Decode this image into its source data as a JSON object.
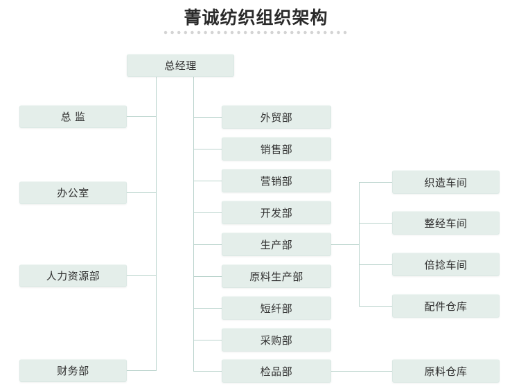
{
  "title": "菁诚纺织组织架构",
  "decoration": "dotted-rule",
  "colors": {
    "node_fill": "#e4eeea",
    "node_border": "#dbe8e4",
    "line": "#b9d3cc",
    "title_text": "#2b2b2b",
    "node_text": "#2f2f2f",
    "background": "#ffffff",
    "dots": "#d4d4d4"
  },
  "root": {
    "label": "总经理"
  },
  "left_column": [
    {
      "label": "总  监"
    },
    {
      "label": "办公室"
    },
    {
      "label": "人力资源部"
    },
    {
      "label": "财务部"
    }
  ],
  "middle_column": [
    {
      "label": "外贸部"
    },
    {
      "label": "销售部"
    },
    {
      "label": "营销部"
    },
    {
      "label": "开发部"
    },
    {
      "label": "生产部"
    },
    {
      "label": "原料生产部"
    },
    {
      "label": "短纤部"
    },
    {
      "label": "采购部"
    },
    {
      "label": "检品部"
    }
  ],
  "right_column": [
    {
      "label": "织造车间"
    },
    {
      "label": "整经车间"
    },
    {
      "label": "倍捻车间"
    },
    {
      "label": "配件仓库"
    },
    {
      "label": "原料仓库"
    }
  ]
}
